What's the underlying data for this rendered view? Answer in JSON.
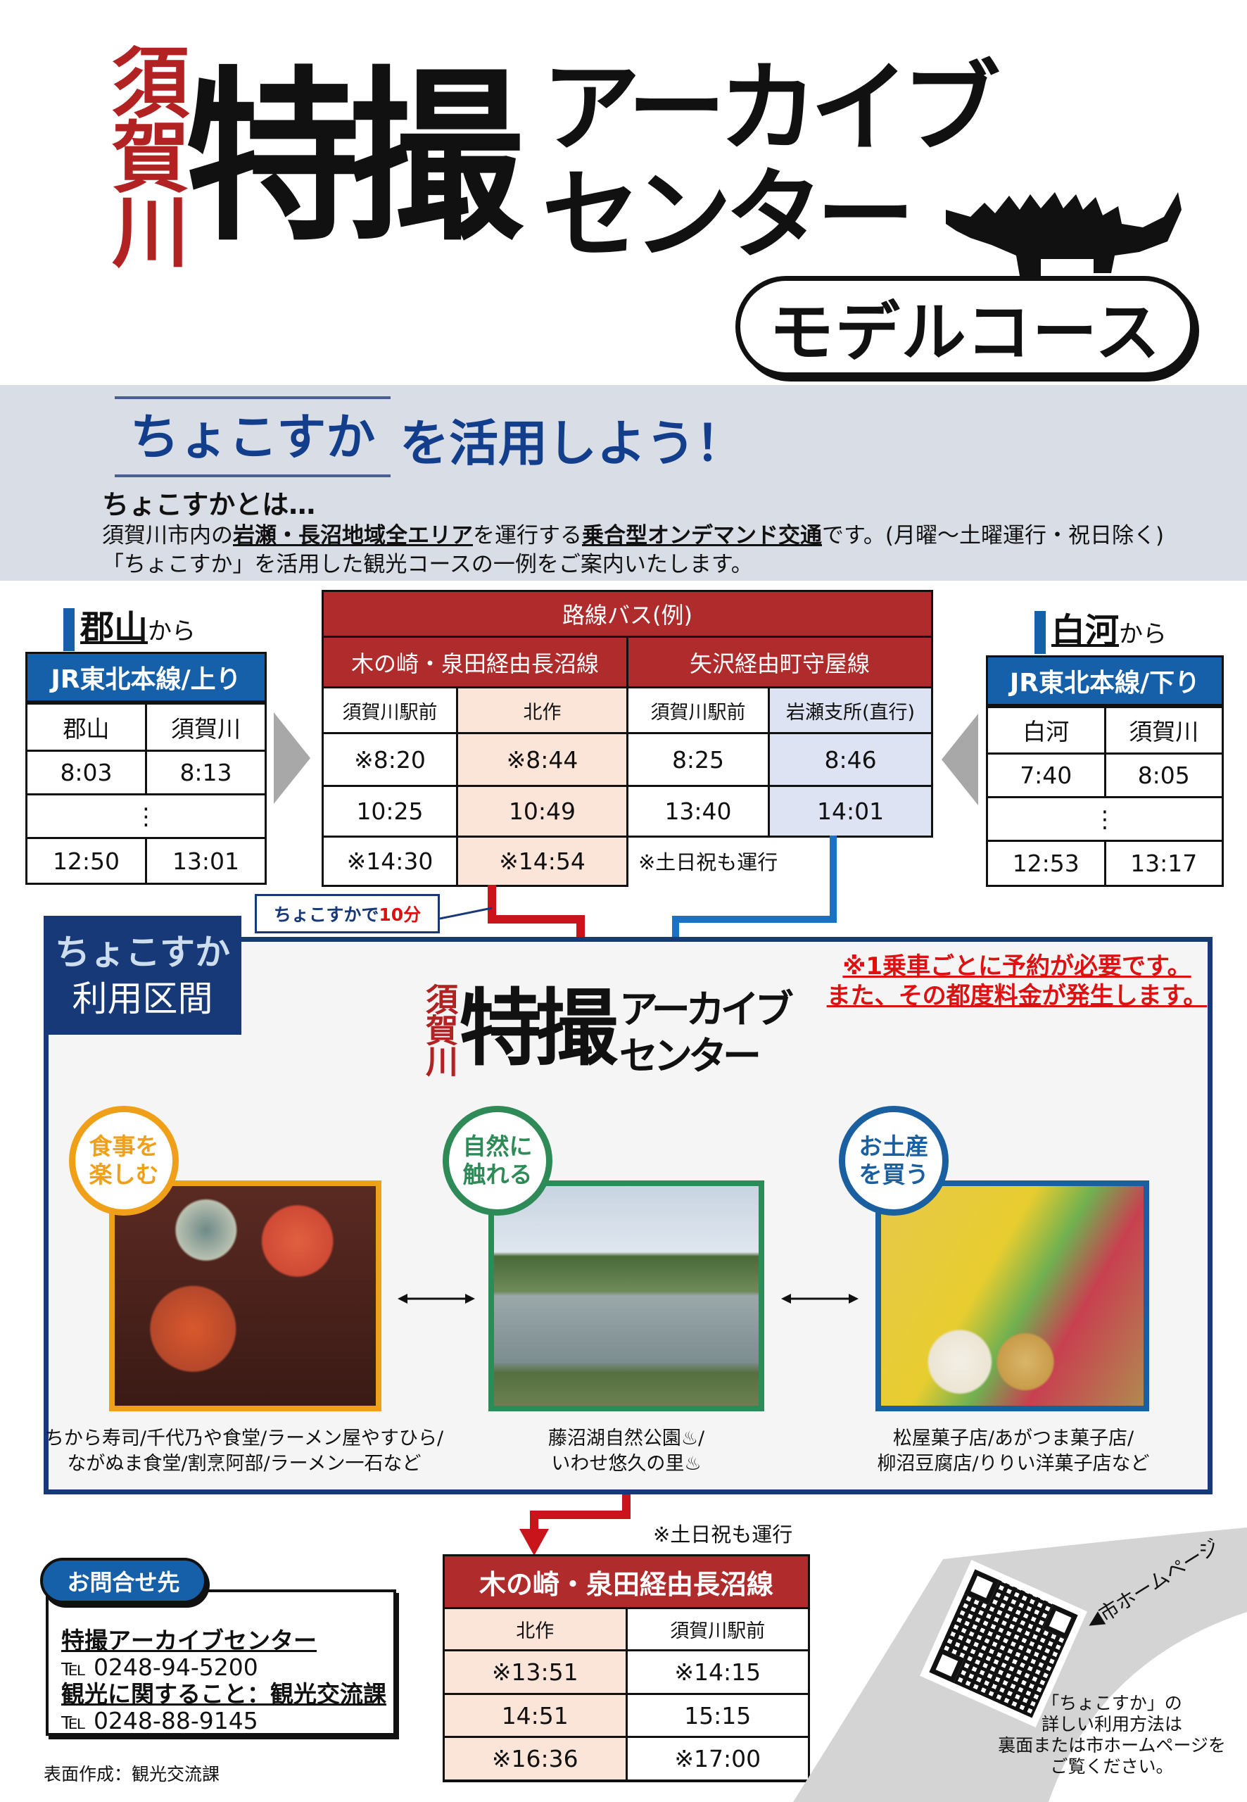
{
  "title": {
    "suka": "須賀川",
    "tokusatsu": "特撮",
    "archive": "アーカイブ",
    "center": "センター",
    "model_course": "モデルコース"
  },
  "intro": {
    "logo": "ちょこすか",
    "logo_suffix": "を活用しよう！",
    "heading": "ちょこすかとは…",
    "line1_a": "須賀川市内の",
    "line1_b": "岩瀬・長沼地域全エリア",
    "line1_c": "を運行する",
    "line1_d": "乗合型オンデマンド交通",
    "line1_e": "です。(月曜～土曜運行・祝日除く)",
    "line2": "「ちょこすか」を活用した観光コースの一例をご案内いたします。"
  },
  "koriyama": {
    "heading": "郡山",
    "heading_suffix": "から",
    "line": "JR東北本線/上り",
    "cols": [
      "郡山",
      "須賀川"
    ],
    "rows": [
      [
        "8:03",
        "8:13"
      ],
      [
        "⋮",
        ""
      ],
      [
        "12:50",
        "13:01"
      ]
    ]
  },
  "shirakawa": {
    "heading": "白河",
    "heading_suffix": "から",
    "line": "JR東北本線/下り",
    "cols": [
      "白河",
      "須賀川"
    ],
    "rows": [
      [
        "7:40",
        "8:05"
      ],
      [
        "⋮",
        ""
      ],
      [
        "12:53",
        "13:17"
      ]
    ]
  },
  "bus": {
    "title": "路線バス(例)",
    "route_a": {
      "name": "木の崎・泉田経由長沼線",
      "cols": [
        "須賀川駅前",
        "北作"
      ],
      "rows": [
        [
          "※8:20",
          "※8:44"
        ],
        [
          "10:25",
          "10:49"
        ],
        [
          "※14:30",
          "※14:54"
        ]
      ]
    },
    "route_b": {
      "name": "矢沢経由町守屋線",
      "cols": [
        "須賀川駅前",
        "岩瀬支所(直行)"
      ],
      "rows": [
        [
          "8:25",
          "8:46"
        ],
        [
          "13:40",
          "14:01"
        ]
      ]
    },
    "note": "※土日祝も運行"
  },
  "chokosuka_time": {
    "prefix": "ちょこすかで",
    "minutes": "10分"
  },
  "area": {
    "label_logo": "ちょこすか",
    "label": "利用区間",
    "notice_1": "※1乗車ごとに予約が必要です。",
    "notice_2": "また、その都度料金が発生します。",
    "center_logo": {
      "suka": "須賀川",
      "tokusatsu": "特撮",
      "archive": "アーカイブ",
      "center": "センター"
    },
    "spots": [
      {
        "badge_1": "食事を",
        "badge_2": "楽しむ",
        "color": "#f0a018",
        "caption_1": "ちから寿司/千代乃や食堂/ラーメン屋やすひら/",
        "caption_2": "ながぬま食堂/割烹阿部/ラーメン一石など",
        "photo": "food-photo"
      },
      {
        "badge_1": "自然に",
        "badge_2": "触れる",
        "color": "#2e8b57",
        "caption_1": "藤沼湖自然公園♨/",
        "caption_2": "いわせ悠久の里♨",
        "photo": "lake-photo"
      },
      {
        "badge_1": "お土産",
        "badge_2": "を買う",
        "color": "#1a5fa0",
        "caption_1": "松屋菓子店/あがつま菓子店/",
        "caption_2": "柳沼豆腐店/りりい洋菓子店など",
        "photo": "sweets-photo"
      }
    ]
  },
  "return_bus": {
    "note": "※土日祝も運行",
    "name": "木の崎・泉田経由長沼線",
    "cols": [
      "北作",
      "須賀川駅前"
    ],
    "rows": [
      [
        "※13:51",
        "※14:15"
      ],
      [
        "14:51",
        "15:15"
      ],
      [
        "※16:36",
        "※17:00"
      ]
    ]
  },
  "contact": {
    "label": "お問合せ先",
    "org1": "特撮アーカイブセンター",
    "tel1": "℡ 0248-94-5200",
    "org2": "観光に関すること：観光交流課",
    "tel2": "℡ 0248-88-9145"
  },
  "credit": "表面作成：観光交流課",
  "qr": {
    "link_label": "◀市ホームページ",
    "caption_1": "「ちょこすか」の",
    "caption_2": "詳しい利用方法は",
    "caption_3": "裏面または市ホームページを",
    "caption_4": "ご覧ください。"
  },
  "colors": {
    "red": "#b02c2c",
    "blue": "#1560a8",
    "navy": "#173978",
    "band": "#d9dde6"
  }
}
